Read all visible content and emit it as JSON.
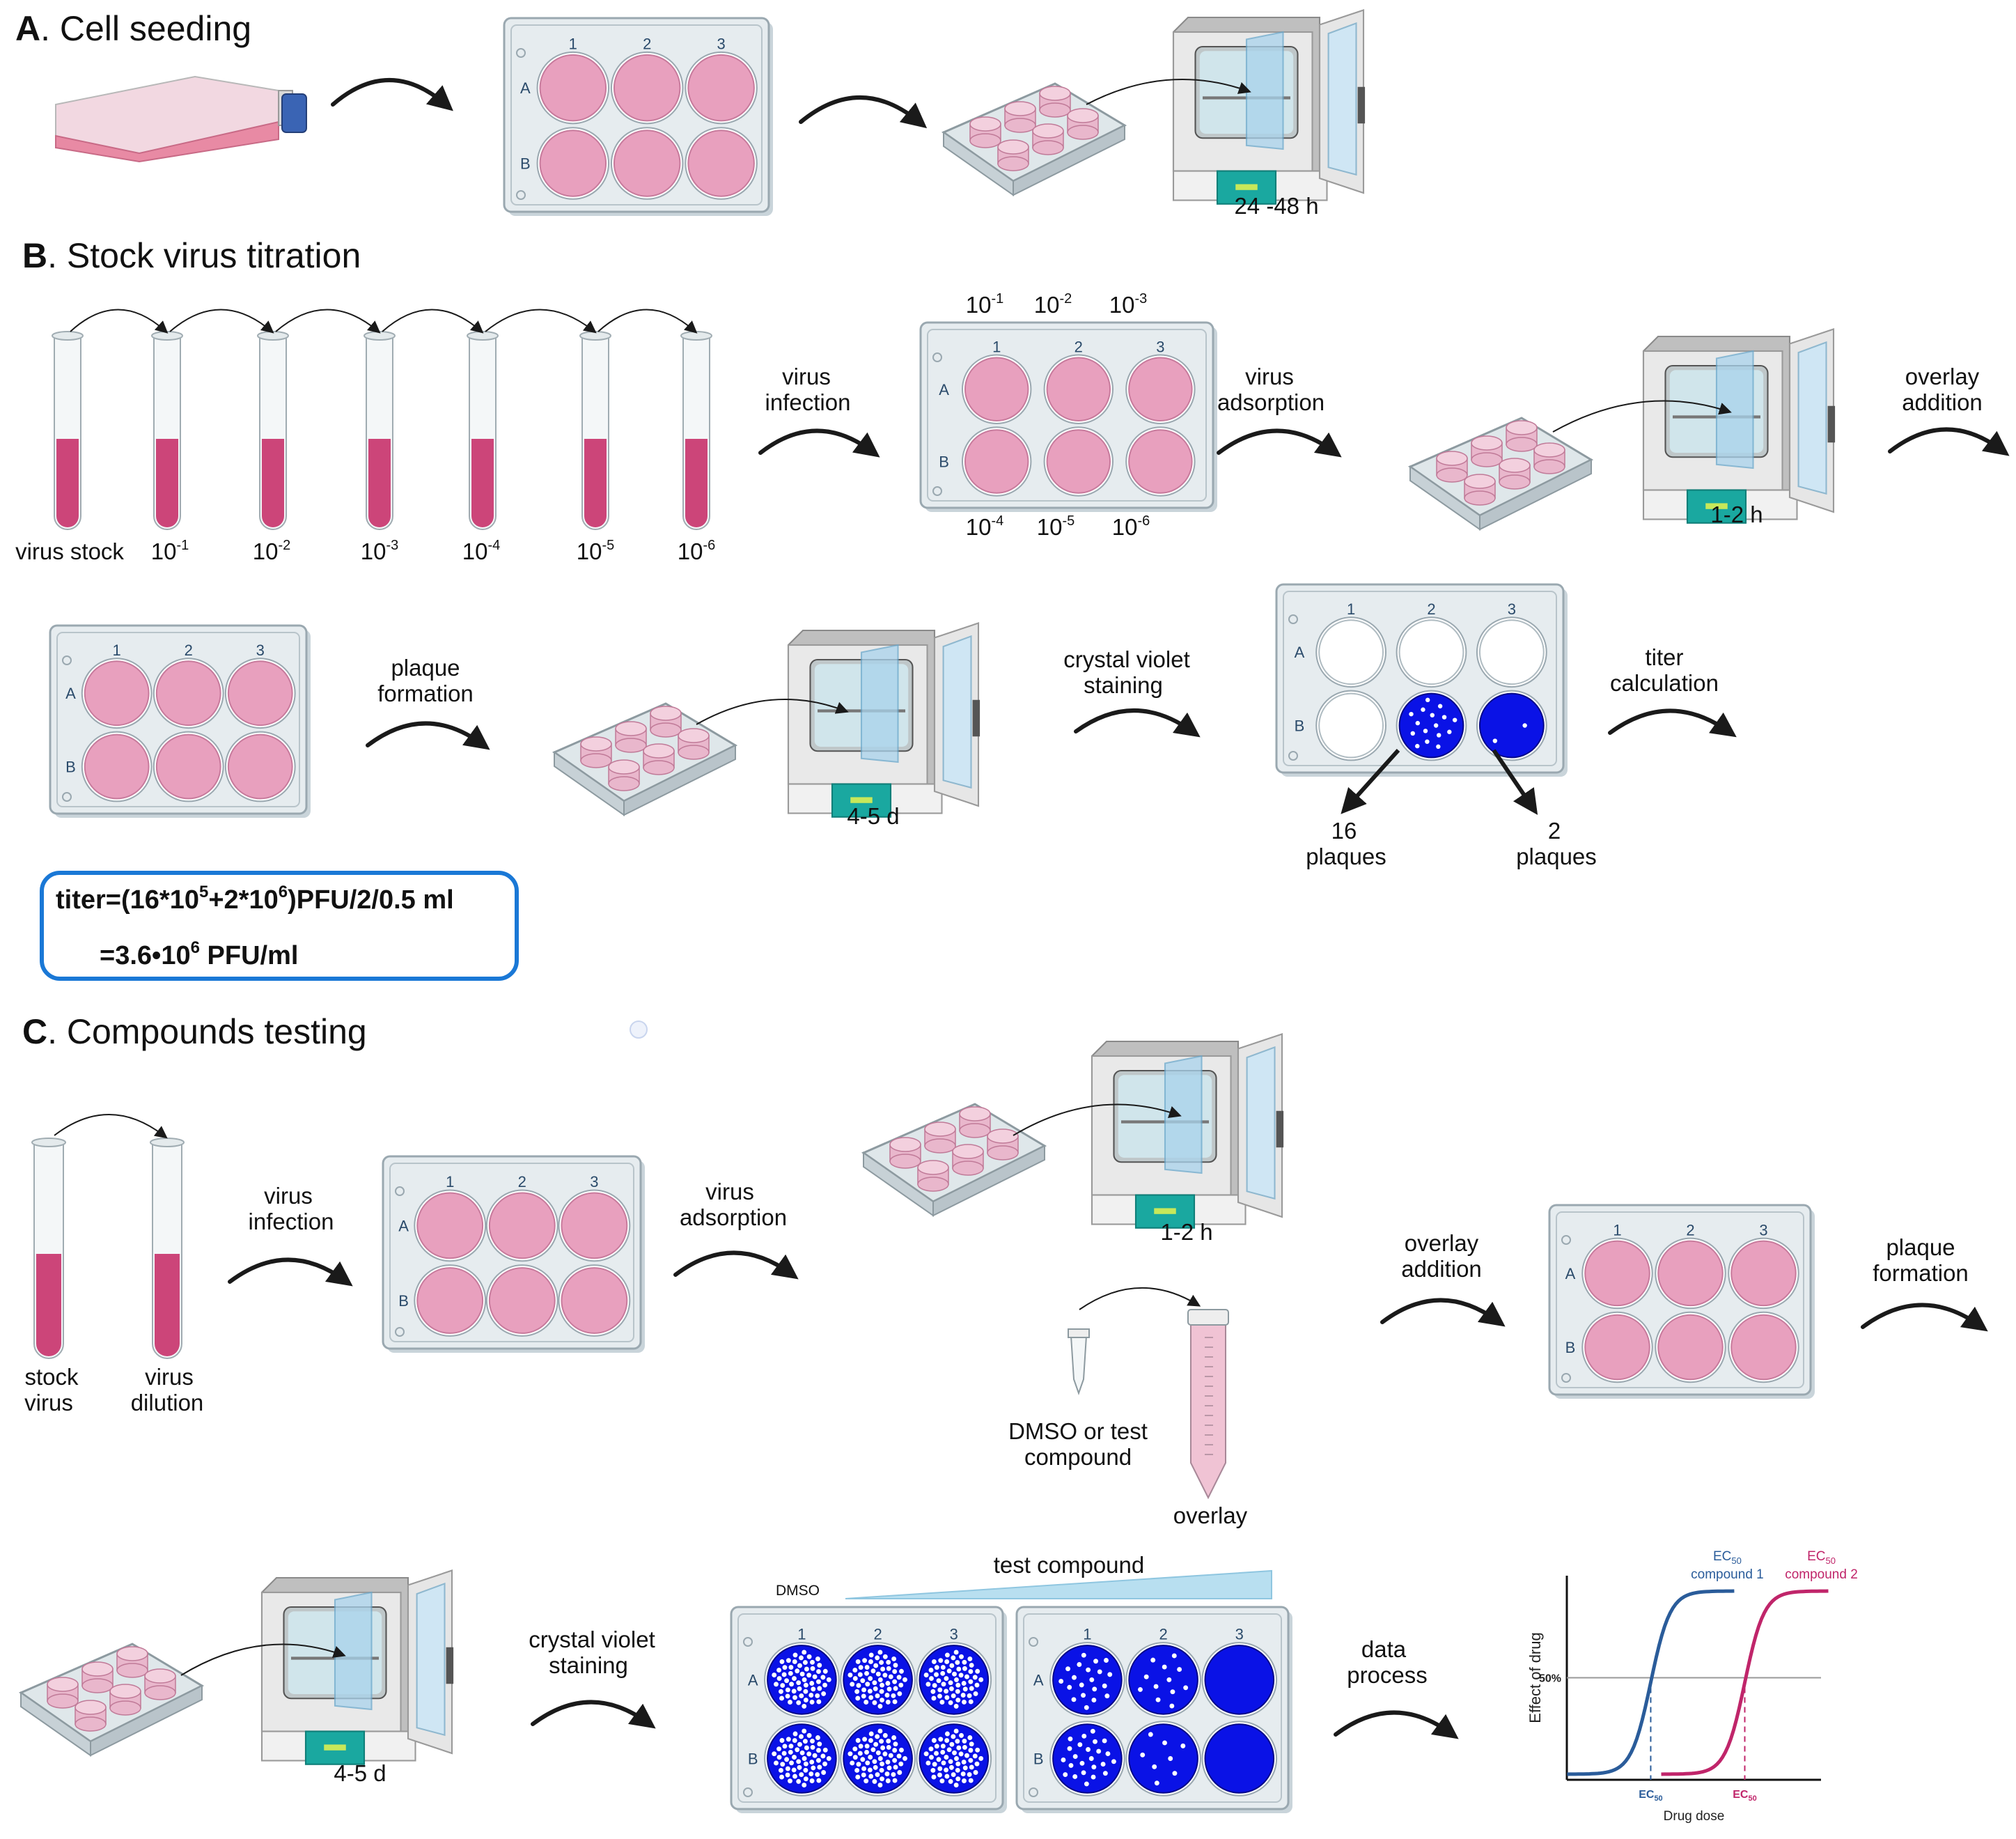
{
  "colors": {
    "pink": "#e8a0be",
    "pink_edge": "#c87a9c",
    "tube_liquid": "#cc4579",
    "plate_bg": "#e6ecef",
    "plate_edge": "#9aa8b0",
    "stain": "#0a12e6",
    "incubator_green": "#1aa8a0",
    "titer_box": "#1a78d6",
    "curve_blue": "#2a5c9a",
    "curve_magenta": "#c0256a",
    "arrow": "#1a1a1a"
  },
  "sections": {
    "a": {
      "letter": "A",
      "title": ". Cell seeding"
    },
    "b": {
      "letter": "B",
      "title": ". Stock virus titration"
    },
    "c": {
      "letter": "C",
      "title": ". Compounds testing"
    }
  },
  "plate": {
    "cols": [
      "1",
      "2",
      "3"
    ],
    "rows": [
      "A",
      "B"
    ]
  },
  "section_a": {
    "incubation_time": "24 -48 h"
  },
  "section_b": {
    "tube_labels": [
      {
        "base": "virus stock",
        "exp": ""
      },
      {
        "base": "10",
        "exp": "-1"
      },
      {
        "base": "10",
        "exp": "-2"
      },
      {
        "base": "10",
        "exp": "-3"
      },
      {
        "base": "10",
        "exp": "-4"
      },
      {
        "base": "10",
        "exp": "-5"
      },
      {
        "base": "10",
        "exp": "-6"
      }
    ],
    "dilution_top": [
      {
        "base": "10",
        "exp": "-1"
      },
      {
        "base": "10",
        "exp": "-2"
      },
      {
        "base": "10",
        "exp": "-3"
      }
    ],
    "dilution_bottom": [
      {
        "base": "10",
        "exp": "-4"
      },
      {
        "base": "10",
        "exp": "-5"
      },
      {
        "base": "10",
        "exp": "-6"
      }
    ],
    "step_virus_infection": [
      "virus",
      "infection"
    ],
    "step_virus_adsorption": [
      "virus",
      "adsorption"
    ],
    "step_overlay_addition": [
      "overlay",
      "addition"
    ],
    "time_adsorption": "1-2 h",
    "step_plaque_formation": [
      "plaque",
      "formation"
    ],
    "time_plaque": "4-5 d",
    "step_crystal_violet": [
      "crystal violet",
      "staining"
    ],
    "step_titer_calculation": [
      "titer",
      "calculation"
    ],
    "count_left": [
      "16",
      "plaques"
    ],
    "count_right": [
      "2",
      "plaques"
    ],
    "titer_line1": "titer=(16*10",
    "titer_line1_exp1": "5",
    "titer_line1_mid": "+2*10",
    "titer_line1_exp2": "6",
    "titer_line1_end": ")PFU/2/0.5 ml",
    "titer_line2": "=3.6•10",
    "titer_line2_exp": "6",
    "titer_line2_end": " PFU/ml"
  },
  "section_c": {
    "stock_virus": [
      "stock",
      "virus"
    ],
    "virus_dilution": [
      "virus",
      "dilution"
    ],
    "step_virus_infection": [
      "virus",
      "infection"
    ],
    "step_virus_adsorption": [
      "virus",
      "adsorption"
    ],
    "time_adsorption": "1-2 h",
    "compound_label": [
      "DMSO or test",
      "compound"
    ],
    "overlay_label": "overlay",
    "step_overlay_addition": [
      "overlay",
      "addition"
    ],
    "step_plaque_formation": [
      "plaque",
      "formation"
    ],
    "time_plaque": "4-5 d",
    "step_crystal_violet": [
      "crystal violet",
      "staining"
    ],
    "dmso_label": "DMSO",
    "test_compound_label": "test compound",
    "step_data_process": [
      "data",
      "process"
    ]
  },
  "chart_data": {
    "type": "line",
    "title": "",
    "xlabel": "Drug dose",
    "ylabel": "Effect of drug",
    "y_tick": "50%",
    "ec50_label": "EC",
    "ec50_sub": "50",
    "series": [
      {
        "name": "compound 1",
        "color": "#2a5c9a",
        "ec50_x": 0.33
      },
      {
        "name": "compound 2",
        "color": "#c0256a",
        "ec50_x": 0.7
      }
    ]
  }
}
